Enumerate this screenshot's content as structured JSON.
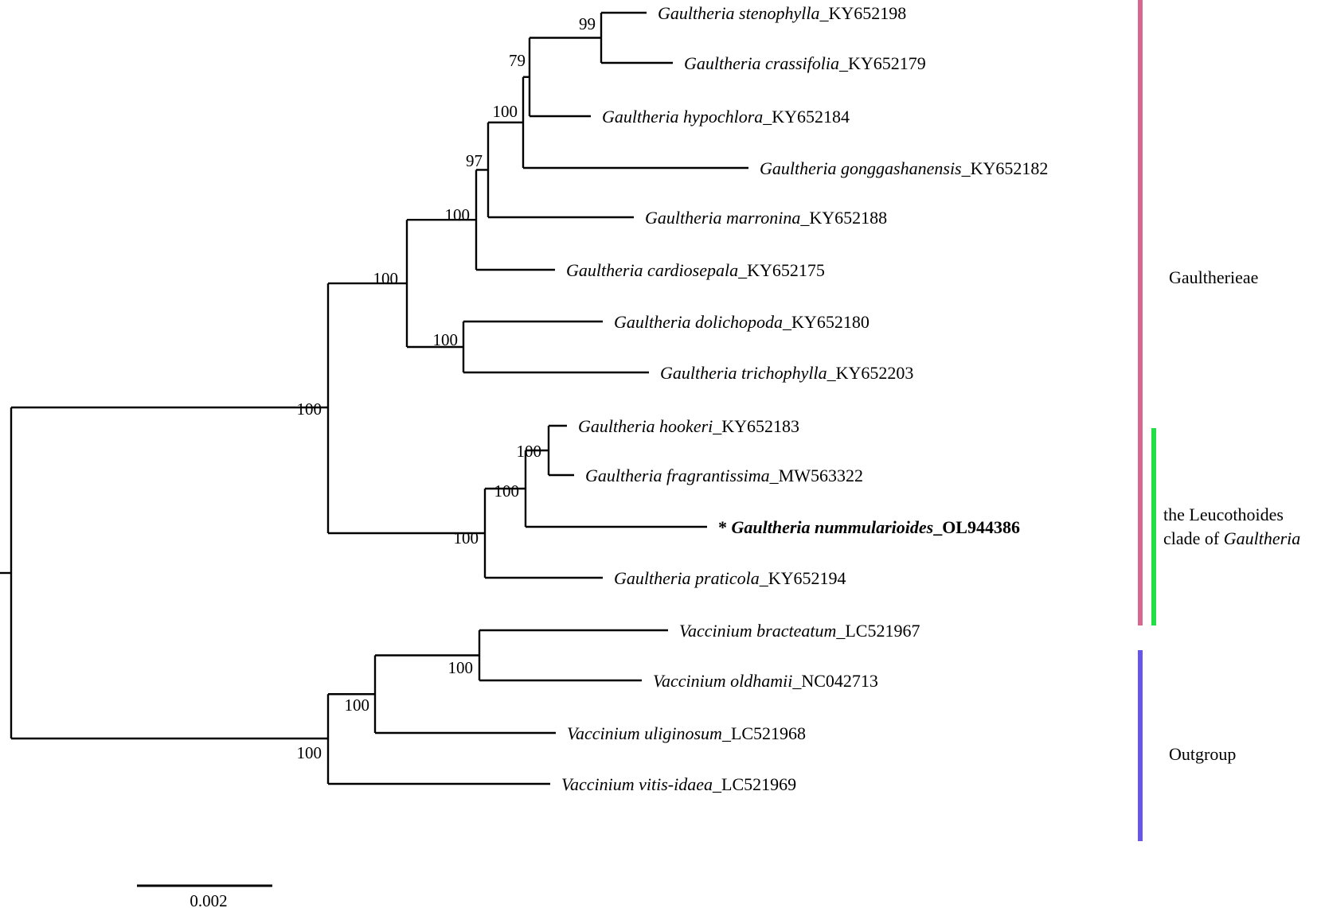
{
  "tips": [
    {
      "id": "t1",
      "genus": "Gaultheria",
      "epithet": "stenophylla",
      "accession": "KY652198",
      "highlight": false
    },
    {
      "id": "t2",
      "genus": "Gaultheria",
      "epithet": "crassifolia",
      "accession": "KY652179",
      "highlight": false
    },
    {
      "id": "t3",
      "genus": "Gaultheria",
      "epithet": "hypochlora",
      "accession": "KY652184",
      "highlight": false
    },
    {
      "id": "t4",
      "genus": "Gaultheria",
      "epithet": "gonggashanensis",
      "accession": "KY652182",
      "highlight": false
    },
    {
      "id": "t5",
      "genus": "Gaultheria",
      "epithet": "marronina",
      "accession": "KY652188",
      "highlight": false
    },
    {
      "id": "t6",
      "genus": "Gaultheria",
      "epithet": "cardiosepala",
      "accession": "KY652175",
      "highlight": false
    },
    {
      "id": "t7",
      "genus": "Gaultheria",
      "epithet": "dolichopoda",
      "accession": "KY652180",
      "highlight": false
    },
    {
      "id": "t8",
      "genus": "Gaultheria",
      "epithet": "trichophylla",
      "accession": "KY652203",
      "highlight": false
    },
    {
      "id": "t9",
      "genus": "Gaultheria",
      "epithet": "hookeri",
      "accession": "KY652183",
      "highlight": false
    },
    {
      "id": "t10",
      "genus": "Gaultheria",
      "epithet": "fragrantissima",
      "accession": "MW563322",
      "highlight": false
    },
    {
      "id": "t11",
      "genus": "Gaultheria",
      "epithet": "nummularioides",
      "accession": "OL944386",
      "highlight": true,
      "marker": "*"
    },
    {
      "id": "t12",
      "genus": "Gaultheria",
      "epithet": "praticola",
      "accession": "KY652194",
      "highlight": false
    },
    {
      "id": "t13",
      "genus": "Vaccinium",
      "epithet": "bracteatum",
      "accession": "LC521967",
      "highlight": false
    },
    {
      "id": "t14",
      "genus": "Vaccinium",
      "epithet": "oldhamii",
      "accession": "NC042713",
      "highlight": false
    },
    {
      "id": "t15",
      "genus": "Vaccinium",
      "epithet": "uliginosum",
      "accession": "LC521968",
      "highlight": false
    },
    {
      "id": "t16",
      "genus": "Vaccinium",
      "epithet": "vitis-idaea",
      "accession": "LC521969",
      "highlight": false
    }
  ],
  "support_values": [
    "99",
    "79",
    "100",
    "97",
    "100",
    "100",
    "100",
    "100",
    "100",
    "100",
    "100",
    "100",
    "100",
    "100"
  ],
  "clades": [
    {
      "id": "gaultherieae",
      "label_lines": [
        "Gaultherieae"
      ],
      "color": "#d9668f"
    },
    {
      "id": "leucothoides",
      "label_lines": [
        "the Leucothoides",
        "clade of ",
        "Gaultheria"
      ],
      "color": "#22dd44"
    },
    {
      "id": "outgroup",
      "label_lines": [
        "Outgroup"
      ],
      "color": "#6655ee"
    }
  ],
  "scale_bar": {
    "value": 0.002,
    "label": "0.002"
  },
  "colors": {
    "branch": "#000000",
    "text": "#000000"
  }
}
